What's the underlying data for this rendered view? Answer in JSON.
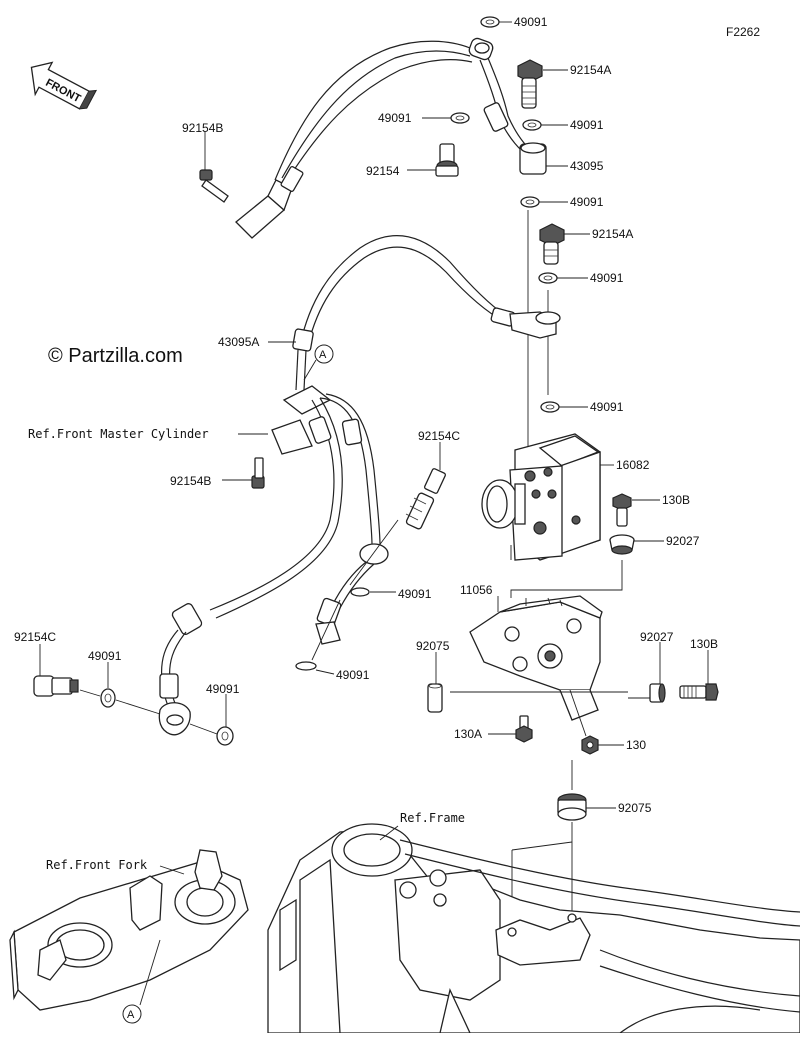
{
  "diagram": {
    "figure_code": "F2262",
    "watermark": "© Partzilla.com",
    "direction_label": "FRONT",
    "callout_letter": "A",
    "references": {
      "master_cylinder": "Ref.Front Master Cylinder",
      "front_fork": "Ref.Front Fork",
      "frame": "Ref.Frame"
    },
    "part_labels": [
      {
        "id": "p1",
        "text": "49091"
      },
      {
        "id": "p2",
        "text": "92154A"
      },
      {
        "id": "p3",
        "text": "92154B"
      },
      {
        "id": "p4",
        "text": "49091"
      },
      {
        "id": "p5",
        "text": "49091"
      },
      {
        "id": "p6",
        "text": "92154"
      },
      {
        "id": "p7",
        "text": "43095"
      },
      {
        "id": "p8",
        "text": "49091"
      },
      {
        "id": "p9",
        "text": "92154A"
      },
      {
        "id": "p10",
        "text": "49091"
      },
      {
        "id": "p11",
        "text": "43095A"
      },
      {
        "id": "p12",
        "text": "49091"
      },
      {
        "id": "p13",
        "text": "92154C"
      },
      {
        "id": "p14",
        "text": "16082"
      },
      {
        "id": "p15",
        "text": "92154B"
      },
      {
        "id": "p16",
        "text": "130B"
      },
      {
        "id": "p17",
        "text": "92027"
      },
      {
        "id": "p18",
        "text": "49091"
      },
      {
        "id": "p19",
        "text": "11056"
      },
      {
        "id": "p20",
        "text": "92154C"
      },
      {
        "id": "p21",
        "text": "49091"
      },
      {
        "id": "p22",
        "text": "92075"
      },
      {
        "id": "p23",
        "text": "92027"
      },
      {
        "id": "p24",
        "text": "130B"
      },
      {
        "id": "p25",
        "text": "49091"
      },
      {
        "id": "p26",
        "text": "49091"
      },
      {
        "id": "p27",
        "text": "130A"
      },
      {
        "id": "p28",
        "text": "130"
      },
      {
        "id": "p29",
        "text": "92075"
      }
    ]
  }
}
